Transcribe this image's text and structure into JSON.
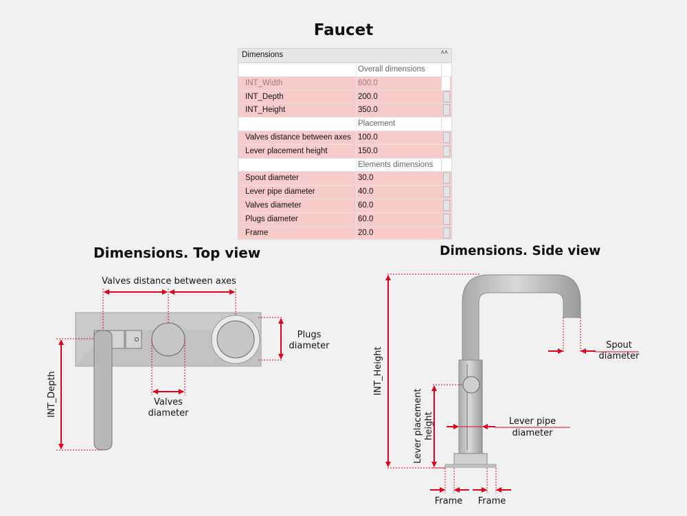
{
  "titles": {
    "main": "Faucet",
    "top": "Dimensions. Top view",
    "side": "Dimensions. Side view"
  },
  "table": {
    "header": "Dimensions",
    "collapse_icon": "chevron-up-icon",
    "rows": [
      {
        "kind": "group",
        "name": "",
        "value": "Overall dimensions"
      },
      {
        "kind": "param-dim",
        "name": "INT_Width",
        "value": "600.0"
      },
      {
        "kind": "param",
        "name": "INT_Depth",
        "value": "200.0"
      },
      {
        "kind": "param",
        "name": "INT_Height",
        "value": "350.0"
      },
      {
        "kind": "group",
        "name": "",
        "value": "Placement"
      },
      {
        "kind": "param",
        "name": "Valves distance between axes",
        "value": "100.0"
      },
      {
        "kind": "param",
        "name": "Lever placement height",
        "value": "150.0"
      },
      {
        "kind": "group",
        "name": "",
        "value": "Elements dimensions"
      },
      {
        "kind": "param",
        "name": "Spout diameter",
        "value": "30.0"
      },
      {
        "kind": "param",
        "name": "Lever pipe diameter",
        "value": "40.0"
      },
      {
        "kind": "param",
        "name": "Valves diameter",
        "value": "60.0"
      },
      {
        "kind": "param",
        "name": "Plugs diameter",
        "value": "60.0"
      },
      {
        "kind": "param",
        "name": "Frame",
        "value": "20.0"
      }
    ]
  },
  "top_view": {
    "valves_distance": "Valves distance between axes",
    "plugs_1": "Plugs",
    "plugs_2": "diameter",
    "valves_1": "Valves",
    "valves_2": "diameter",
    "depth": "INT_Depth"
  },
  "side_view": {
    "height": "INT_Height",
    "spout_1": "Spout",
    "spout_2": "diameter",
    "lever_pipe_1": "Lever pipe",
    "lever_pipe_2": "diameter",
    "lever_place_1": "Lever placement",
    "lever_place_2": "height",
    "frame_left": "Frame",
    "frame_right": "Frame"
  },
  "colors": {
    "dimension": "#e3001b",
    "row_highlight": "#f8cbcb"
  }
}
